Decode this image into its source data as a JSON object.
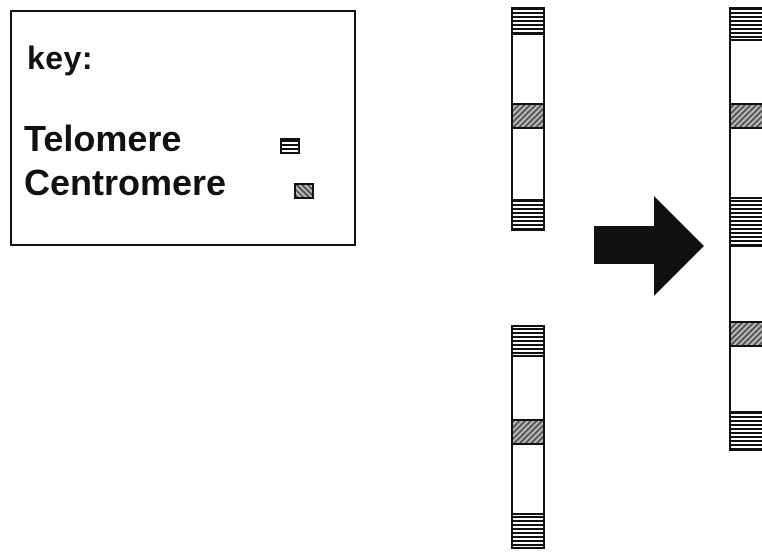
{
  "key": {
    "title": "key:",
    "items": [
      {
        "label": "Telomere",
        "pattern": "horizontal-stripes"
      },
      {
        "label": "Centromere",
        "pattern": "grey-stipple"
      }
    ]
  },
  "colors": {
    "ink": "#111111",
    "centromere_dark": "#555555",
    "centromere_light": "#bbbbbb",
    "background": "#ffffff"
  },
  "diagram": {
    "input_chromosomes": 2,
    "arrow_icon": "right-arrow-icon",
    "fused_chromosome_visible": "partially cut off at right edge"
  }
}
